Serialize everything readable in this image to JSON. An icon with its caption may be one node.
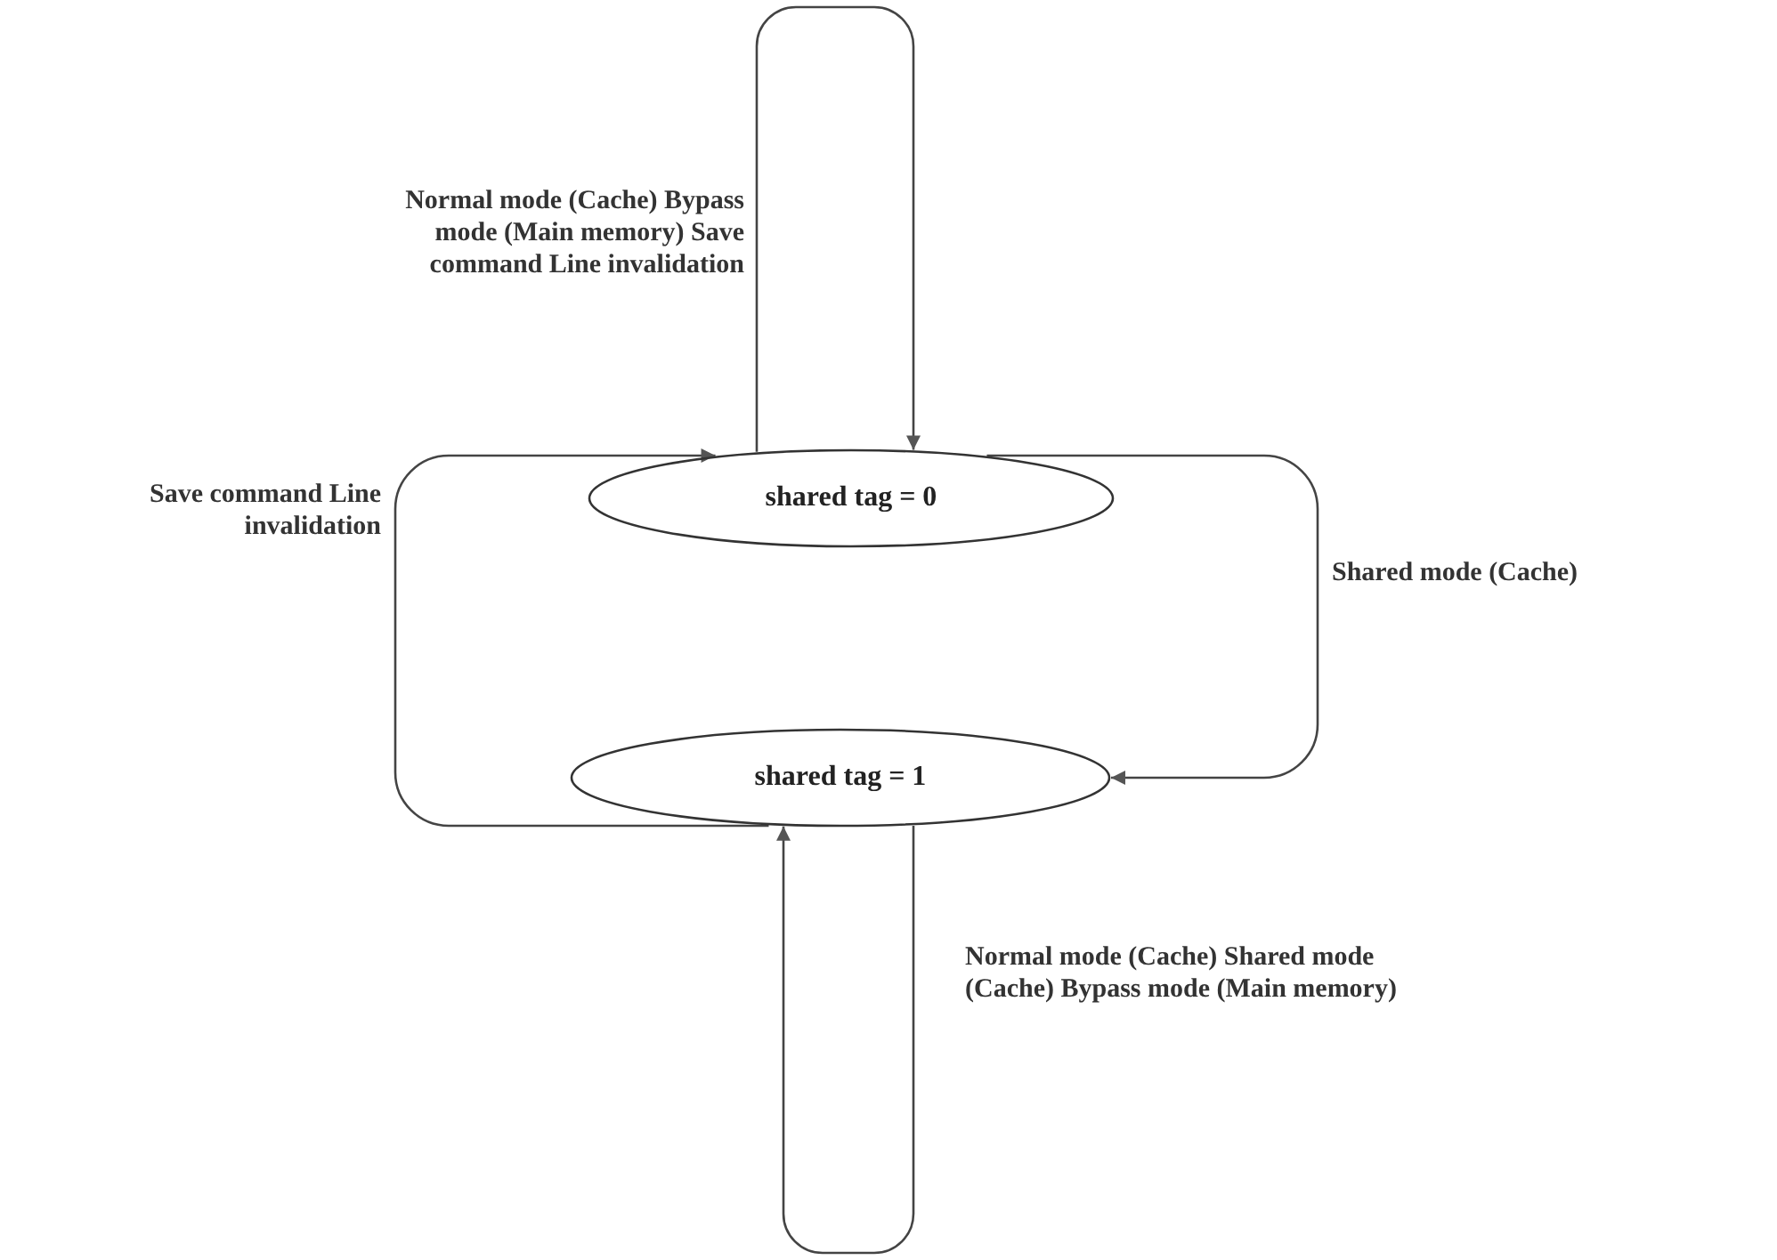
{
  "diagram": {
    "nodes": [
      {
        "text": [
          "shared tag = 0"
        ]
      },
      {
        "text": [
          "shared tag = 1"
        ]
      }
    ],
    "edges": [
      {
        "from": 0,
        "to": 0,
        "arrow": "to",
        "label": "Normal mode (Cache) Bypass mode (Main memory) Save command Line invalidation"
      },
      {
        "from": 0,
        "to": 1,
        "arrow": "to",
        "label": "Shared mode (Cache)"
      },
      {
        "from": 1,
        "to": 0,
        "arrow": "to",
        "label": "Save command Line invalidation"
      },
      {
        "from": 1,
        "to": 1,
        "arrow": "to",
        "label": "Normal mode (Cache) Shared mode (Cache) Bypass mode (Main memory)"
      }
    ]
  }
}
